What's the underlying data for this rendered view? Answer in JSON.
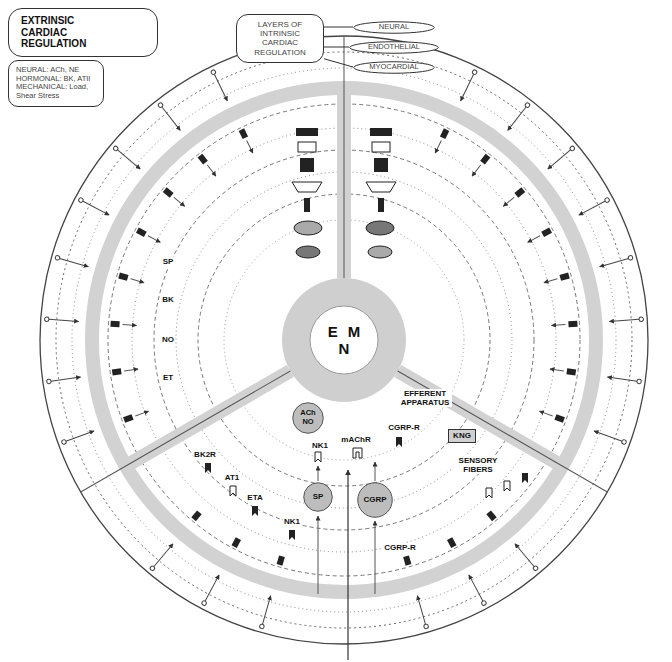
{
  "diagram": {
    "nodes": [
      {
        "text": [
          "EXTRINSIC CARDIAC REGULATION"
        ]
      },
      {
        "text": [
          "NEURAL: ACh, NE HORMONAL: BK, ATII MECHANICAL: Load, Shear Stress"
        ]
      },
      {
        "text": [
          "LAYERS OF INTRINSIC CARDIAC REGULATION"
        ]
      },
      {
        "text": [
          "NEURAL"
        ]
      },
      {
        "text": [
          "ENDOTHELIAL"
        ]
      },
      {
        "text": [
          "MYOCARDIAL"
        ]
      },
      {
        "text": [
          "E",
          "M",
          "N"
        ]
      },
      {
        "text": [
          "ACh NO"
        ]
      },
      {
        "text": [
          "SP"
        ]
      },
      {
        "text": [
          "CGRP"
        ]
      },
      {
        "text": [
          "KNG"
        ]
      }
    ],
    "edges": [
      {
        "from": 2,
        "to": 3,
        "arrow": "none"
      },
      {
        "from": 2,
        "to": 4,
        "arrow": "none"
      },
      {
        "from": 2,
        "to": 5,
        "arrow": "none"
      }
    ],
    "labels": [
      "SP",
      "BK",
      "NO",
      "ET",
      "EFFERENT APPARATUS",
      "SENSORY FIBERS",
      "NK1",
      "mAChR",
      "CGRP-R",
      "BK2R",
      "AT1",
      "ETA",
      "NK1",
      "CGRP-R"
    ]
  }
}
